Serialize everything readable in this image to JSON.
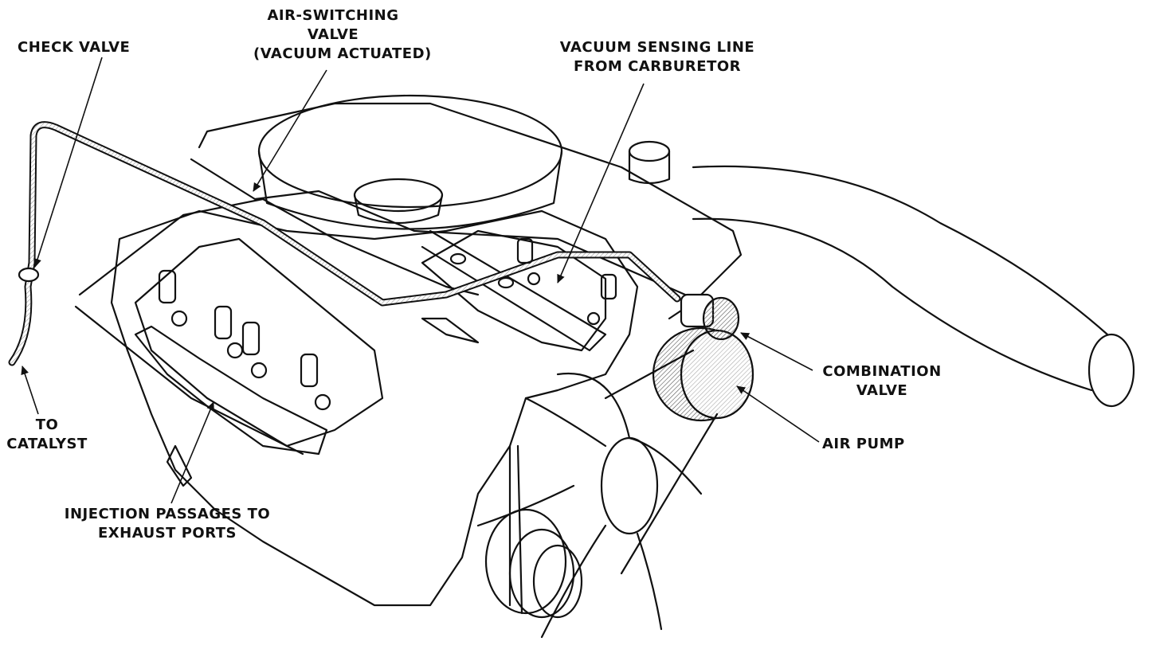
{
  "colors": {
    "ink": "#111111",
    "paper": "#ffffff",
    "hatch": "#555555"
  },
  "labels": {
    "check_valve": "CHECK VALVE",
    "air_switching_valve": [
      "AIR-SWITCHING",
      "VALVE",
      "(VACUUM ACTUATED)"
    ],
    "vacuum_sensing_line": [
      "VACUUM SENSING LINE",
      "FROM CARBURETOR"
    ],
    "combination_valve": [
      "COMBINATION",
      "VALVE"
    ],
    "air_pump": "AIR PUMP",
    "to_catalyst": [
      "TO",
      "CATALYST"
    ],
    "injection_passages": [
      "INJECTION PASSAGES TO",
      "EXHAUST PORTS"
    ]
  }
}
